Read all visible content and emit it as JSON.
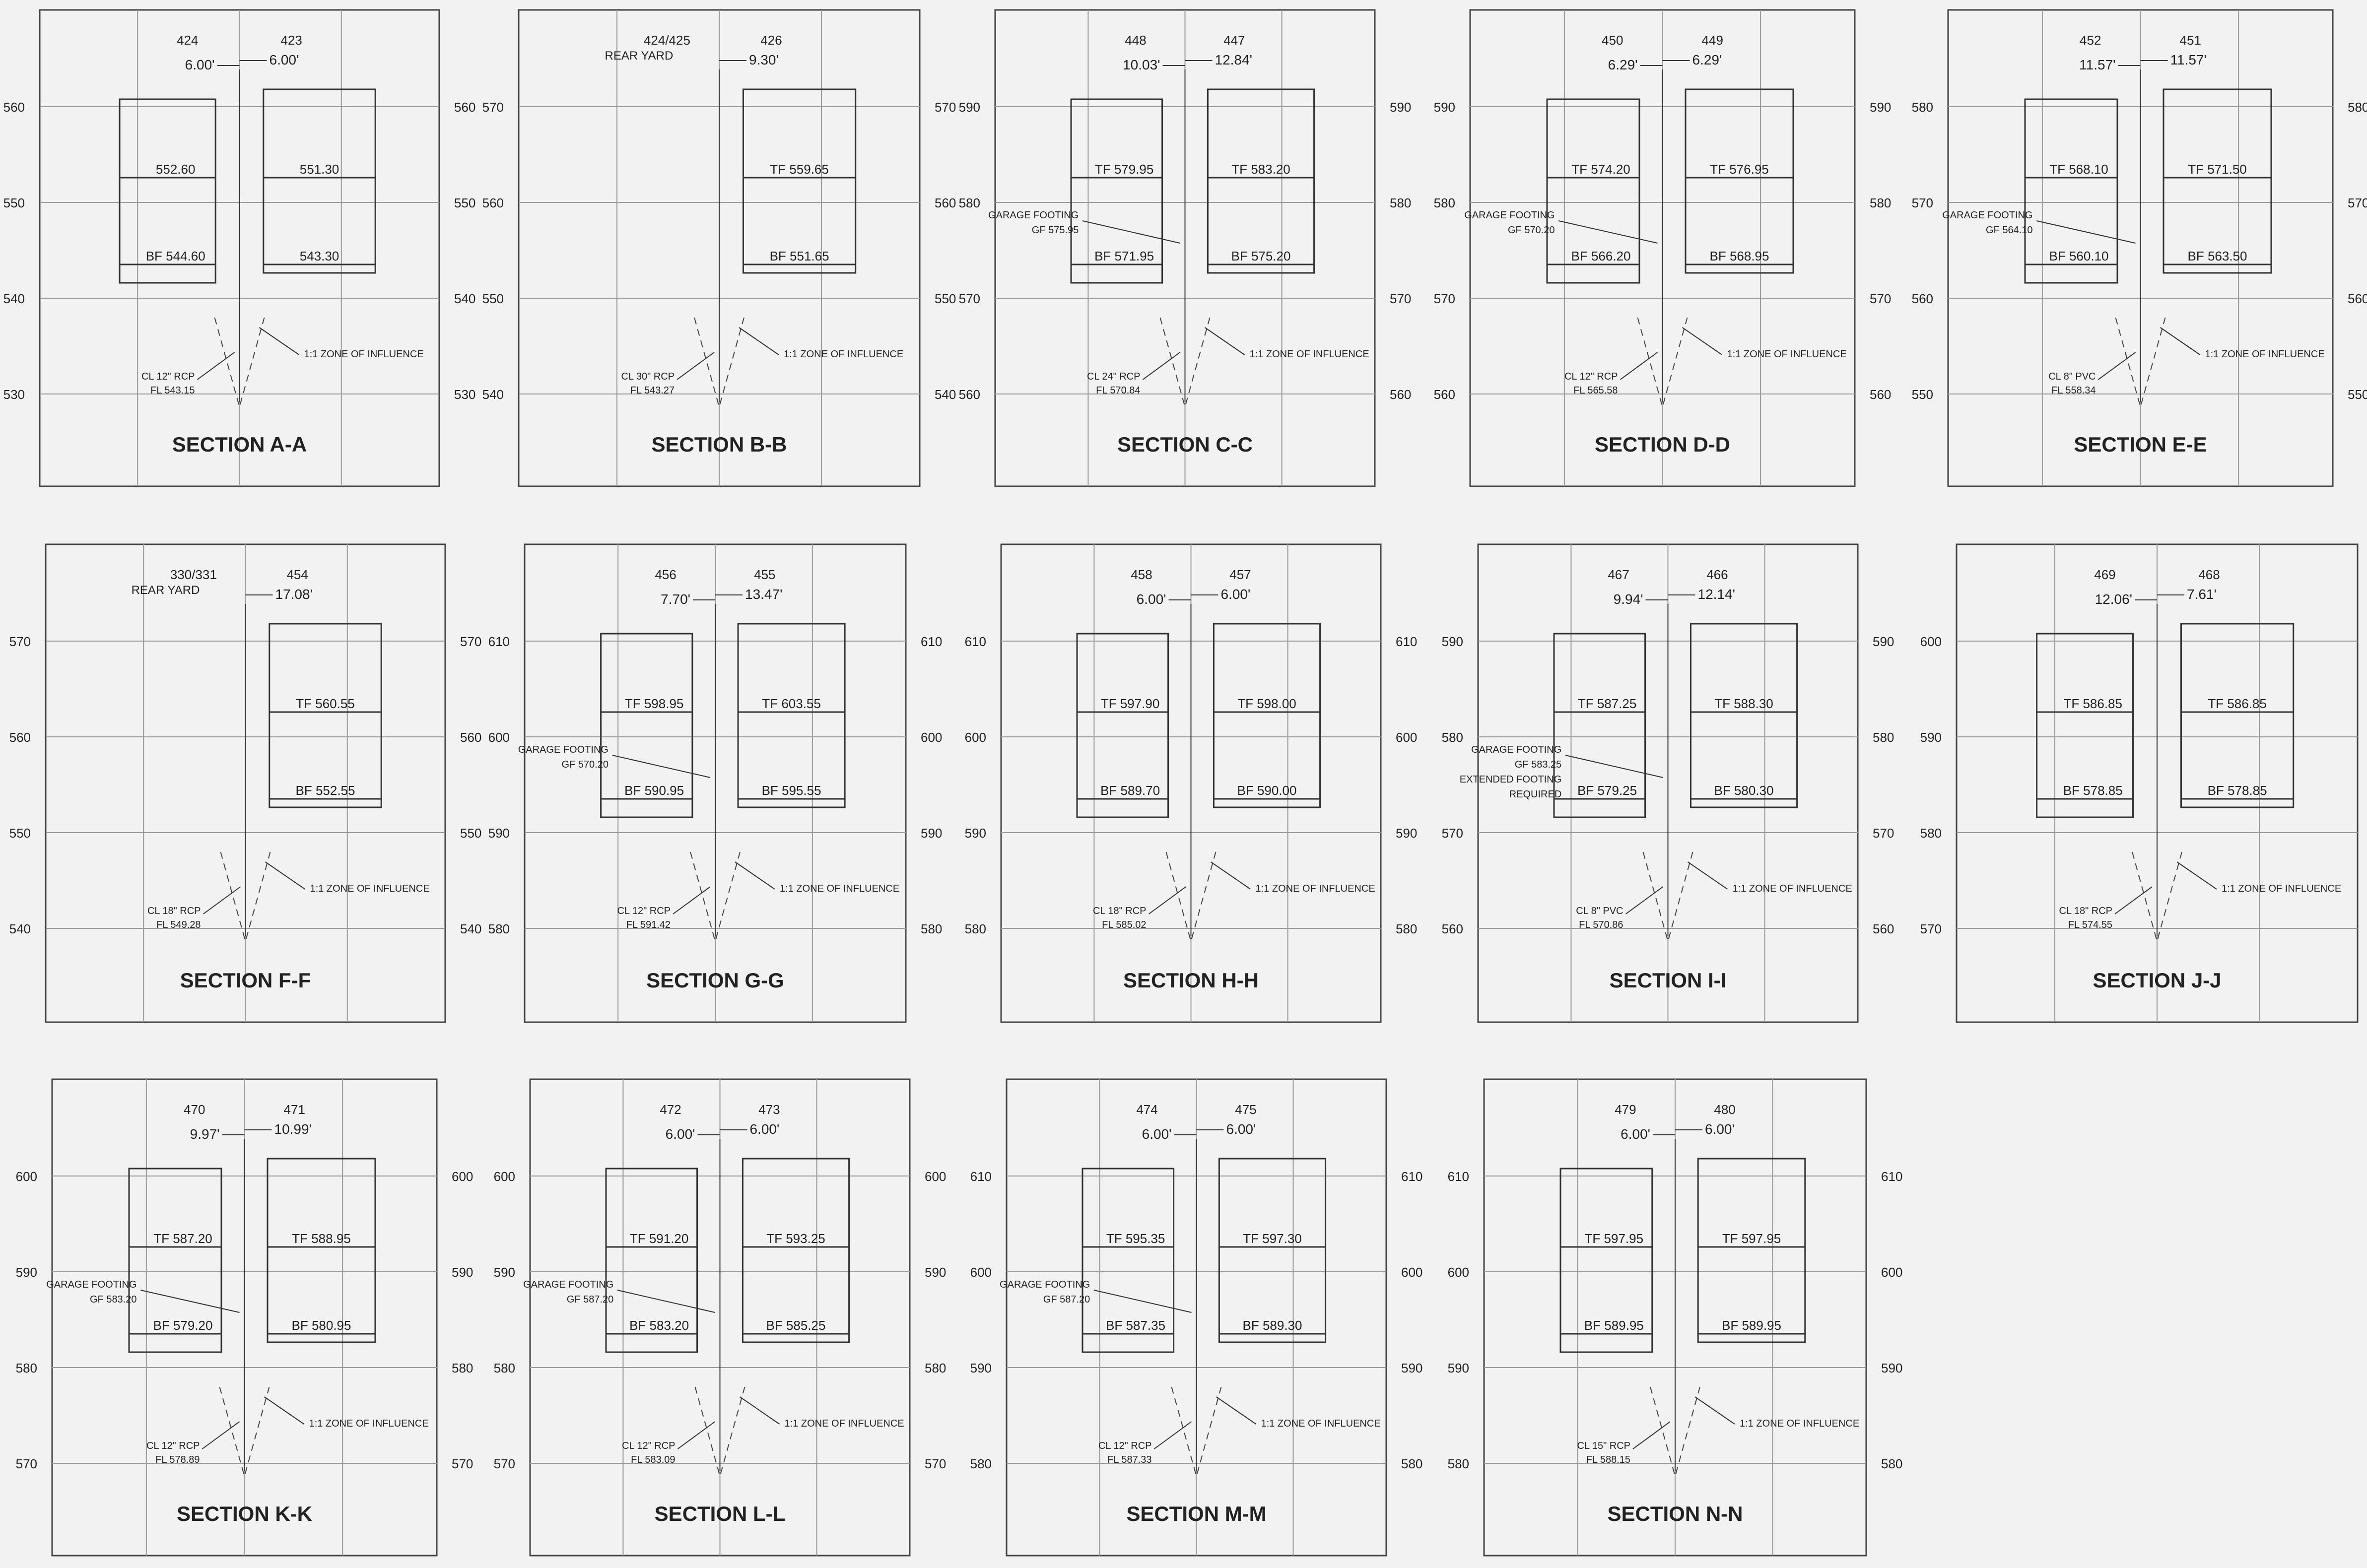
{
  "sections": [
    {
      "title": "SECTION A-A",
      "lots": [
        "424",
        "423"
      ],
      "elev_ticks": [
        "560",
        "550",
        "540",
        "530"
      ],
      "dims": [
        {
          "text": "6.00'",
          "side": "L"
        },
        {
          "text": "6.00'",
          "side": "R"
        }
      ],
      "labels": [
        {
          "text": "552.60",
          "side": "L",
          "row": 1
        },
        {
          "text": "BF 544.60",
          "side": "L",
          "row": 2
        },
        {
          "text": "551.30",
          "side": "R",
          "row": 1
        },
        {
          "text": "543.30",
          "side": "R",
          "row": 2
        }
      ],
      "notes": [
        "CL 12\" RCP",
        "FL 543.15",
        "1:1 ZONE OF INFLUENCE"
      ]
    },
    {
      "title": "SECTION B-B",
      "lots": [
        "424/425",
        "426"
      ],
      "lot_sub": "REAR YARD",
      "elev_ticks": [
        "570",
        "560",
        "550",
        "540"
      ],
      "dims": [
        {
          "text": "9.30'",
          "side": "R"
        }
      ],
      "labels": [
        {
          "text": "TF 559.65",
          "side": "R",
          "row": 1
        },
        {
          "text": "BF 551.65",
          "side": "R",
          "row": 2
        }
      ],
      "notes": [
        "CL 30\" RCP",
        "FL 543.27",
        "1:1 ZONE OF INFLUENCE"
      ]
    },
    {
      "title": "SECTION C-C",
      "lots": [
        "448",
        "447"
      ],
      "elev_ticks": [
        "590",
        "580",
        "570",
        "560"
      ],
      "dims": [
        {
          "text": "10.03'",
          "side": "L"
        },
        {
          "text": "12.84'",
          "side": "R"
        }
      ],
      "labels": [
        {
          "text": "TF 579.95",
          "side": "L",
          "row": 1
        },
        {
          "text": "BF 571.95",
          "side": "L",
          "row": 2
        },
        {
          "text": "TF 583.20",
          "side": "R",
          "row": 1
        },
        {
          "text": "BF 575.20",
          "side": "R",
          "row": 2
        }
      ],
      "garage": [
        "GARAGE FOOTING",
        "GF 575.95"
      ],
      "notes": [
        "CL 24\" RCP",
        "FL 570.84",
        "1:1 ZONE OF INFLUENCE"
      ]
    },
    {
      "title": "SECTION D-D",
      "lots": [
        "450",
        "449"
      ],
      "elev_ticks": [
        "590",
        "580",
        "570",
        "560"
      ],
      "dims": [
        {
          "text": "6.29'",
          "side": "L"
        },
        {
          "text": "6.29'",
          "side": "R"
        }
      ],
      "labels": [
        {
          "text": "TF 574.20",
          "side": "L",
          "row": 1
        },
        {
          "text": "BF 566.20",
          "side": "L",
          "row": 2
        },
        {
          "text": "TF 576.95",
          "side": "R",
          "row": 1
        },
        {
          "text": "BF 568.95",
          "side": "R",
          "row": 2
        }
      ],
      "garage": [
        "GARAGE FOOTING",
        "GF 570.20"
      ],
      "notes": [
        "CL 12\" RCP",
        "FL 565.58",
        "1:1 ZONE OF INFLUENCE"
      ]
    },
    {
      "title": "SECTION E-E",
      "lots": [
        "452",
        "451"
      ],
      "elev_ticks": [
        "580",
        "570",
        "560",
        "550"
      ],
      "dims": [
        {
          "text": "11.57'",
          "side": "L"
        },
        {
          "text": "11.57'",
          "side": "R"
        }
      ],
      "labels": [
        {
          "text": "TF 568.10",
          "side": "L",
          "row": 1
        },
        {
          "text": "BF 560.10",
          "side": "L",
          "row": 2
        },
        {
          "text": "TF 571.50",
          "side": "R",
          "row": 1
        },
        {
          "text": "BF 563.50",
          "side": "R",
          "row": 2
        }
      ],
      "garage": [
        "GARAGE FOOTING",
        "GF 564.10"
      ],
      "notes": [
        "CL 8\" PVC",
        "FL 558.34",
        "1:1 ZONE OF INFLUENCE"
      ]
    },
    {
      "title": "SECTION F-F",
      "lots": [
        "330/331",
        "454"
      ],
      "lot_sub": "REAR YARD",
      "elev_ticks": [
        "570",
        "560",
        "550",
        "540"
      ],
      "dims": [
        {
          "text": "17.08'",
          "side": "R"
        }
      ],
      "labels": [
        {
          "text": "TF 560.55",
          "side": "R",
          "row": 1
        },
        {
          "text": "BF 552.55",
          "side": "R",
          "row": 2
        }
      ],
      "notes": [
        "CL 18\" RCP",
        "FL 549.28",
        "1:1 ZONE OF INFLUENCE"
      ]
    },
    {
      "title": "SECTION G-G",
      "lots": [
        "456",
        "455"
      ],
      "elev_ticks": [
        "610",
        "600",
        "590",
        "580"
      ],
      "dims": [
        {
          "text": "7.70'",
          "side": "L"
        },
        {
          "text": "13.47'",
          "side": "R"
        }
      ],
      "labels": [
        {
          "text": "TF 598.95",
          "side": "L",
          "row": 1
        },
        {
          "text": "BF 590.95",
          "side": "L",
          "row": 2
        },
        {
          "text": "TF 603.55",
          "side": "R",
          "row": 1
        },
        {
          "text": "BF 595.55",
          "side": "R",
          "row": 2
        }
      ],
      "garage": [
        "GARAGE FOOTING",
        "GF 570.20"
      ],
      "notes": [
        "CL 12\" RCP",
        "FL 591.42",
        "1:1 ZONE OF INFLUENCE"
      ]
    },
    {
      "title": "SECTION H-H",
      "lots": [
        "458",
        "457"
      ],
      "elev_ticks": [
        "610",
        "600",
        "590",
        "580"
      ],
      "dims": [
        {
          "text": "6.00'",
          "side": "L"
        },
        {
          "text": "6.00'",
          "side": "R"
        }
      ],
      "labels": [
        {
          "text": "TF 597.90",
          "side": "L",
          "row": 1
        },
        {
          "text": "BF 589.70",
          "side": "L",
          "row": 2
        },
        {
          "text": "TF 598.00",
          "side": "R",
          "row": 1
        },
        {
          "text": "BF 590.00",
          "side": "R",
          "row": 2
        }
      ],
      "notes": [
        "CL 18\" RCP",
        "FL 585.02",
        "1:1 ZONE OF INFLUENCE"
      ]
    },
    {
      "title": "SECTION I-I",
      "lots": [
        "467",
        "466"
      ],
      "elev_ticks": [
        "590",
        "580",
        "570",
        "560"
      ],
      "dims": [
        {
          "text": "9.94'",
          "side": "L"
        },
        {
          "text": "12.14'",
          "side": "R"
        }
      ],
      "labels": [
        {
          "text": "TF 587.25",
          "side": "L",
          "row": 1
        },
        {
          "text": "BF 579.25",
          "side": "L",
          "row": 2
        },
        {
          "text": "TF 588.30",
          "side": "R",
          "row": 1
        },
        {
          "text": "BF 580.30",
          "side": "R",
          "row": 2
        }
      ],
      "garage": [
        "GARAGE FOOTING",
        "GF 583.25",
        "EXTENDED FOOTING",
        "REQUIRED"
      ],
      "notes": [
        "CL 8\" PVC",
        "FL 570.86",
        "1:1 ZONE OF INFLUENCE"
      ]
    },
    {
      "title": "SECTION J-J",
      "lots": [
        "469",
        "468"
      ],
      "elev_ticks": [
        "600",
        "590",
        "580",
        "570"
      ],
      "dims": [
        {
          "text": "12.06'",
          "side": "L"
        },
        {
          "text": "7.61'",
          "side": "R"
        }
      ],
      "labels": [
        {
          "text": "TF 586.85",
          "side": "L",
          "row": 1
        },
        {
          "text": "BF 578.85",
          "side": "L",
          "row": 2
        },
        {
          "text": "TF 586.85",
          "side": "R",
          "row": 1
        },
        {
          "text": "BF 578.85",
          "side": "R",
          "row": 2
        }
      ],
      "notes": [
        "CL 18\" RCP",
        "FL 574.55",
        "1:1 ZONE OF INFLUENCE"
      ]
    },
    {
      "title": "SECTION K-K",
      "lots": [
        "470",
        "471"
      ],
      "elev_ticks": [
        "600",
        "590",
        "580",
        "570"
      ],
      "dims": [
        {
          "text": "9.97'",
          "side": "L"
        },
        {
          "text": "10.99'",
          "side": "R"
        }
      ],
      "labels": [
        {
          "text": "TF 587.20",
          "side": "L",
          "row": 1
        },
        {
          "text": "BF 579.20",
          "side": "L",
          "row": 2
        },
        {
          "text": "TF 588.95",
          "side": "R",
          "row": 1
        },
        {
          "text": "BF 580.95",
          "side": "R",
          "row": 2
        }
      ],
      "garage": [
        "GARAGE FOOTING",
        "GF 583.20"
      ],
      "notes": [
        "CL 12\" RCP",
        "FL 578.89",
        "1:1 ZONE OF INFLUENCE"
      ]
    },
    {
      "title": "SECTION L-L",
      "lots": [
        "472",
        "473"
      ],
      "elev_ticks": [
        "600",
        "590",
        "580",
        "570"
      ],
      "dims": [
        {
          "text": "6.00'",
          "side": "L"
        },
        {
          "text": "6.00'",
          "side": "R"
        }
      ],
      "labels": [
        {
          "text": "TF 591.20",
          "side": "L",
          "row": 1
        },
        {
          "text": "BF 583.20",
          "side": "L",
          "row": 2
        },
        {
          "text": "TF 593.25",
          "side": "R",
          "row": 1
        },
        {
          "text": "BF 585.25",
          "side": "R",
          "row": 2
        }
      ],
      "garage": [
        "GARAGE FOOTING",
        "GF 587.20"
      ],
      "notes": [
        "CL 12\" RCP",
        "FL 583.09",
        "1:1 ZONE OF INFLUENCE"
      ]
    },
    {
      "title": "SECTION M-M",
      "lots": [
        "474",
        "475"
      ],
      "elev_ticks": [
        "610",
        "600",
        "590",
        "580"
      ],
      "dims": [
        {
          "text": "6.00'",
          "side": "L"
        },
        {
          "text": "6.00'",
          "side": "R"
        }
      ],
      "labels": [
        {
          "text": "TF 595.35",
          "side": "L",
          "row": 1
        },
        {
          "text": "BF 587.35",
          "side": "L",
          "row": 2
        },
        {
          "text": "TF 597.30",
          "side": "R",
          "row": 1
        },
        {
          "text": "BF 589.30",
          "side": "R",
          "row": 2
        }
      ],
      "garage": [
        "GARAGE FOOTING",
        "GF 587.20"
      ],
      "notes": [
        "CL 12\" RCP",
        "FL 587.33",
        "1:1 ZONE OF INFLUENCE"
      ]
    },
    {
      "title": "SECTION N-N",
      "lots": [
        "479",
        "480"
      ],
      "elev_ticks": [
        "610",
        "600",
        "590",
        "580"
      ],
      "dims": [
        {
          "text": "6.00'",
          "side": "L"
        },
        {
          "text": "6.00'",
          "side": "R"
        }
      ],
      "labels": [
        {
          "text": "TF 597.95",
          "side": "L",
          "row": 1
        },
        {
          "text": "BF 589.95",
          "side": "L",
          "row": 2
        },
        {
          "text": "TF 597.95",
          "side": "R",
          "row": 1
        },
        {
          "text": "BF 589.95",
          "side": "R",
          "row": 2
        }
      ],
      "notes": [
        "CL 15\" RCP",
        "FL 588.15",
        "1:1 ZONE OF INFLUENCE"
      ]
    }
  ]
}
